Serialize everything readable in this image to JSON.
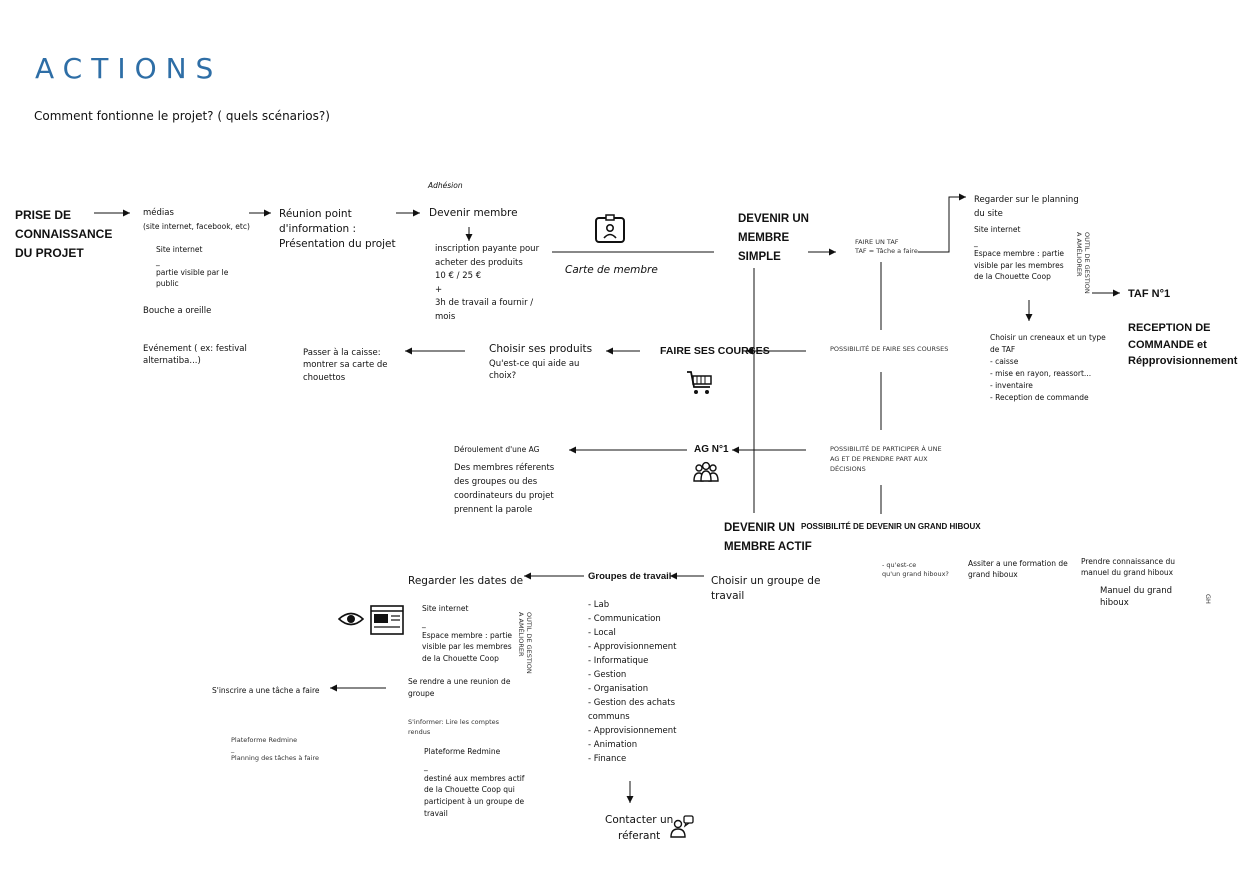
{
  "header": {
    "title": "ACTIONS",
    "subtitle": "Comment fontionne le projet? ( quels scénarios?)"
  },
  "col1": {
    "prise": "PRISE DE\nCONNAISSANCE\nDU PROJET",
    "medias": "médias",
    "medias_detail": "(site internet, facebook, etc)",
    "site": "Site internet",
    "site_desc": "_\npartie visible par le\npublic",
    "bouche": "Bouche a oreille",
    "evenement": "Evénement ( ex: festival\nalternatiba...)"
  },
  "col2": {
    "reunion": "Réunion point\nd'information :\nPrésentation du projet",
    "adhesion": "Adhésion",
    "devenir": "Devenir membre",
    "inscription": "inscription payante pour\nacheter des produits\n10 € / 25 €\n+\n3h de travail a fournir /\nmois",
    "carte": "Carte de membre"
  },
  "simple": {
    "title": "DEVENIR UN\nMEMBRE\nSIMPLE",
    "faire_taf": "FAIRE UN TAF\nTAF = Tâche a faire",
    "regarder": "Regarder sur le planning\ndu site",
    "site": "Site internet",
    "espace": "_\nEspace membre : partie\nvisible par les membres\nde la Chouette Coop",
    "side_note": "OUTIL DE GESTION\nA AMÉLIORER",
    "taf": "TAF N°1",
    "reception": "RECEPTION DE\nCOMMANDE et\n Répprovisionnement",
    "choisir": "Choisir un creneaux et un type\nde TAF\n- caisse\n- mise en rayon, reassort...\n- inventaire\n- Reception de commande"
  },
  "courses": {
    "title": "FAIRE SES COURSES",
    "possibilite": "POSSIBILITÉ DE FAIRE SES COURSES",
    "choisir": "Choisir ses produits",
    "aide": "Qu'est-ce qui aide au\nchoix?",
    "caisse": "Passer à la caisse:\nmontrer sa carte de\nchouettos"
  },
  "ag": {
    "title": "AG N°1",
    "possibilite": "POSSIBILITÉ DE PARTICIPER À UNE\nAG ET DE PRENDRE PART AUX\nDÉCISIONS",
    "deroulement": "Déroulement d'une AG",
    "membres": "Des membres réferents\ndes groupes ou des\ncoordinateurs du projet\nprennent la parole"
  },
  "actif": {
    "title": "DEVENIR UN\nMEMBRE ACTIF",
    "hibou": "POSSIBILITÉ DE DEVENIR UN GRAND HIBOUX",
    "quest": "- qu'est-ce\nqu'un grand hiboux?",
    "assister": "Assiter a une formation de\ngrand hiboux",
    "prendre": "Prendre connaissance du\nmanuel du grand hiboux",
    "manuel": "Manuel du grand\nhiboux",
    "right_mark": "GH"
  },
  "groupes": {
    "choisir": "Choisir un groupe de\ntravail",
    "title": "Groupes de travail",
    "list": "- Lab\n- Communication\n- Local\n- Approvisionnement\n- Informatique\n- Gestion\n- Organisation\n- Gestion des achats\ncommuns\n- Approvisionnement\n- Animation\n- Finance",
    "regarder": "Regarder les dates de",
    "site": "Site internet",
    "espace": "_\nEspace membre : partie\nvisible par les membres\nde la Chouette Coop",
    "side_note": "OUTIL DE GESTION\nA AMÉLIORER",
    "reunion": "Se rendre a une reunion de\ngroupe",
    "inscrire": "S'inscrire a une tâche a faire",
    "informer": "S'informer: Lire les comptes\nrendus",
    "redmine1": "Plateforme Redmine",
    "redmine1_desc": "_\nPlanning des tâches à faire",
    "redmine2": "Plateforme Redmine",
    "redmine2_desc": "_\ndestiné aux membres actif\nde la Chouette Coop qui\nparticipent à un groupe de\ntravail",
    "contacter": "Contacter un\nréferant"
  },
  "icons": [
    "id-card-icon",
    "cart-icon",
    "group-icon",
    "eye-icon",
    "screen-icon",
    "user-chat-icon"
  ]
}
